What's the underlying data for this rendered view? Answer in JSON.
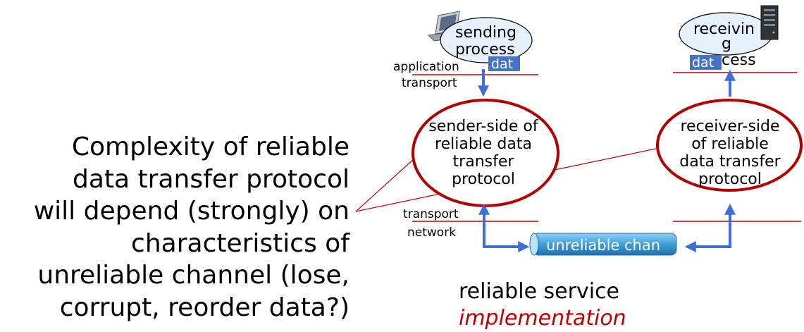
{
  "main_text": {
    "lines": [
      "Complexity of reliable",
      "data transfer protocol",
      "will depend (strongly) on",
      "characteristics of",
      "unreliable channel (lose,",
      "corrupt, reorder data?)"
    ]
  },
  "sender": {
    "process_lines": [
      "sending",
      "process"
    ],
    "data_label": "dat",
    "layer_upper": "application",
    "layer_lower": "transport",
    "protocol_lines": [
      "sender-side of",
      "reliable data",
      "transfer",
      "protocol"
    ],
    "layer_upper2": "transport",
    "layer_lower2": "network"
  },
  "receiver": {
    "process_lines": [
      "receivin",
      "g",
      "cess"
    ],
    "data_label": "dat",
    "protocol_lines": [
      "receiver-side",
      "of reliable",
      "data transfer",
      "protocol"
    ]
  },
  "channel_label": "unreliable chan",
  "caption": {
    "line1": "reliable service",
    "line2": "implementation"
  },
  "colors": {
    "arrow": "#3f6fd6",
    "oval_border": "#c00000",
    "layer_line": "#c00000",
    "data_box": "#4472c4",
    "caption_italic": "#c00000",
    "process_fill": "#e6f1fb",
    "channel": "#4aa3d8"
  }
}
